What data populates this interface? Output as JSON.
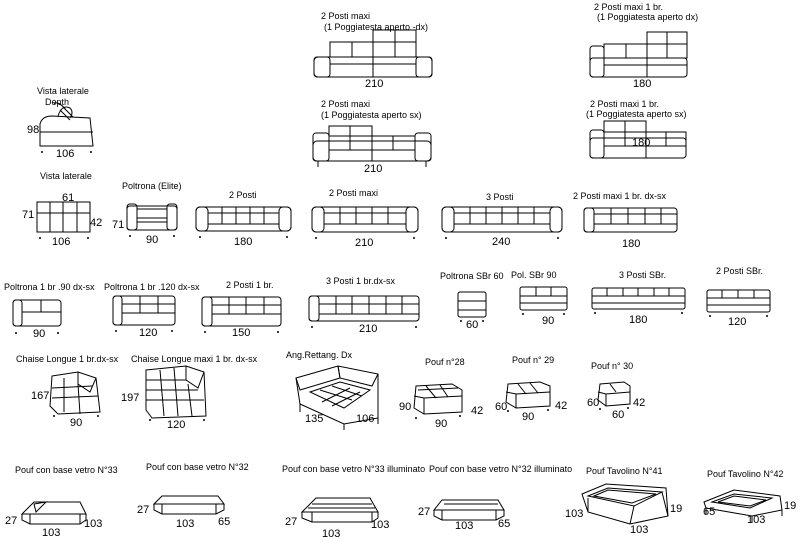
{
  "items": [
    {
      "id": "2pm-dx",
      "title1": "2 Posti maxi",
      "title2": "(1 Poggiatesta aperto -dx)",
      "w": "210"
    },
    {
      "id": "2pm1-dx",
      "title1": "2 Posti maxi 1 br.",
      "title2": "(1 Poggiatesta aperto dx)",
      "w": "180"
    },
    {
      "id": "vl-depth",
      "title1": "Vista laterale",
      "title2": "Depth",
      "h": "98",
      "w": "106"
    },
    {
      "id": "2pm-sx",
      "title1": "2 Posti maxi",
      "title2": "(1 Poggiatesta aperto  sx)",
      "w": "210"
    },
    {
      "id": "2pm1-sx",
      "title1": "2 Posti maxi 1 br.",
      "title2": "(1 Poggiatesta aperto  sx)",
      "w": "180"
    },
    {
      "id": "vl",
      "title1": "Vista laterale",
      "d1": "61",
      "h": "71",
      "d2": "42",
      "w": "106"
    },
    {
      "id": "poltrona-elite",
      "title1": "Poltrona (Elite)",
      "h": "71",
      "w": "90"
    },
    {
      "id": "2p",
      "title1": "2 Posti",
      "w": "180"
    },
    {
      "id": "2pmaxi",
      "title1": "2 Posti maxi",
      "w": "210"
    },
    {
      "id": "3p",
      "title1": "3 Posti",
      "w": "240"
    },
    {
      "id": "2pm1-dxsx",
      "title1": "2 Posti maxi 1 br. dx-sx",
      "w": "180"
    },
    {
      "id": "polt90",
      "title1": "Poltrona 1 br .90 dx-sx",
      "w": "90"
    },
    {
      "id": "polt120",
      "title1": "Poltrona 1 br .120  dx-sx",
      "w": "120"
    },
    {
      "id": "2p1br",
      "title1": "2 Posti 1 br.",
      "w": "150"
    },
    {
      "id": "3p1br",
      "title1": "3 Posti  1 br.dx-sx",
      "w": "210"
    },
    {
      "id": "poltsbr60",
      "title1": "Poltrona SBr 60",
      "w": "60"
    },
    {
      "id": "polsbr90",
      "title1": "Pol. SBr 90",
      "w": "90"
    },
    {
      "id": "3psbr",
      "title1": "3 Posti  SBr.",
      "w": "180"
    },
    {
      "id": "2psbr",
      "title1": "2 Posti  SBr.",
      "w": "120"
    },
    {
      "id": "chaise90",
      "title1": "Chaise Longue 1 br.dx-sx",
      "h": "167",
      "w": "90"
    },
    {
      "id": "chaise120",
      "title1": "Chaise Longue maxi  1 br. dx-sx",
      "h": "197",
      "w": "120"
    },
    {
      "id": "angrett",
      "title1": "Ang.Rettang. Dx",
      "w1": "135",
      "w2": "106"
    },
    {
      "id": "pouf28",
      "title1": "Pouf n°28",
      "a": "90",
      "b": "42",
      "w": "90"
    },
    {
      "id": "pouf29",
      "title1": "Pouf  n° 29",
      "a": "60",
      "b": "42",
      "w": "90"
    },
    {
      "id": "pouf30",
      "title1": "Pouf  n° 30",
      "a": "60",
      "b": "42",
      "w": "60"
    },
    {
      "id": "pvb33",
      "title1": "Pouf con base vetro N°33",
      "a": "27",
      "b": "103",
      "w": "103"
    },
    {
      "id": "pvb32",
      "title1": "Pouf  con  base vetro N°32",
      "a": "27",
      "b": "65",
      "w": "103"
    },
    {
      "id": "pvb33i",
      "title1": "Pouf con base vetro N°33 illuminato",
      "a": "27",
      "b": "103",
      "w": "103"
    },
    {
      "id": "pvb32i",
      "title1": "Pouf  con  base vetro N°32 illuminato",
      "a": "27",
      "b": "65",
      "w": "103"
    },
    {
      "id": "pt41",
      "title1": "Pouf Tavolino  N°41",
      "a": "103",
      "b": "19",
      "w": "103"
    },
    {
      "id": "pt42",
      "title1": "Pouf Tavolino  N°42",
      "a": "65",
      "b": "19",
      "w": "103"
    }
  ]
}
